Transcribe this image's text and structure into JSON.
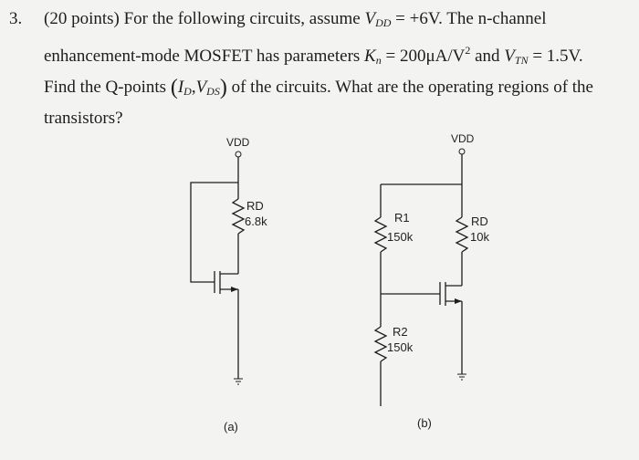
{
  "problem": {
    "number": "3.",
    "line1_points": "(20 points) For the following circuits, assume ",
    "line1_vdd_var": "V",
    "line1_vdd_sub": "DD",
    "line1_vdd_eq": " = +6V",
    "line1_end": ". The n-channel",
    "line2_start": "enhancement-mode MOSFET has parameters ",
    "line2_kn_var": "K",
    "line2_kn_sub": "n",
    "line2_kn_eq": " = 200μA/V",
    "line2_kn_exp": "2",
    "line2_and": " and ",
    "line2_vtn_var": "V",
    "line2_vtn_sub": "TN",
    "line2_vtn_eq": " = 1.5V",
    "line2_end": ".",
    "line3_start": "Find the Q-points ",
    "line3_id_var": "I",
    "line3_id_sub": "D",
    "line3_vds_var": "V",
    "line3_vds_sub": "DS",
    "line3_end": " of the circuits. What are the operating regions of the",
    "line4": "transistors?"
  },
  "circuit_a": {
    "supply": "VDD",
    "rd_label": "RD",
    "rd_value": "6.8k",
    "caption": "(a)"
  },
  "circuit_b": {
    "supply": "VDD",
    "r1_label": "R1",
    "r1_value": "150k",
    "r2_label": "R2",
    "r2_value": "150k",
    "rd_label": "RD",
    "rd_value": "10k",
    "caption": "(b)"
  }
}
